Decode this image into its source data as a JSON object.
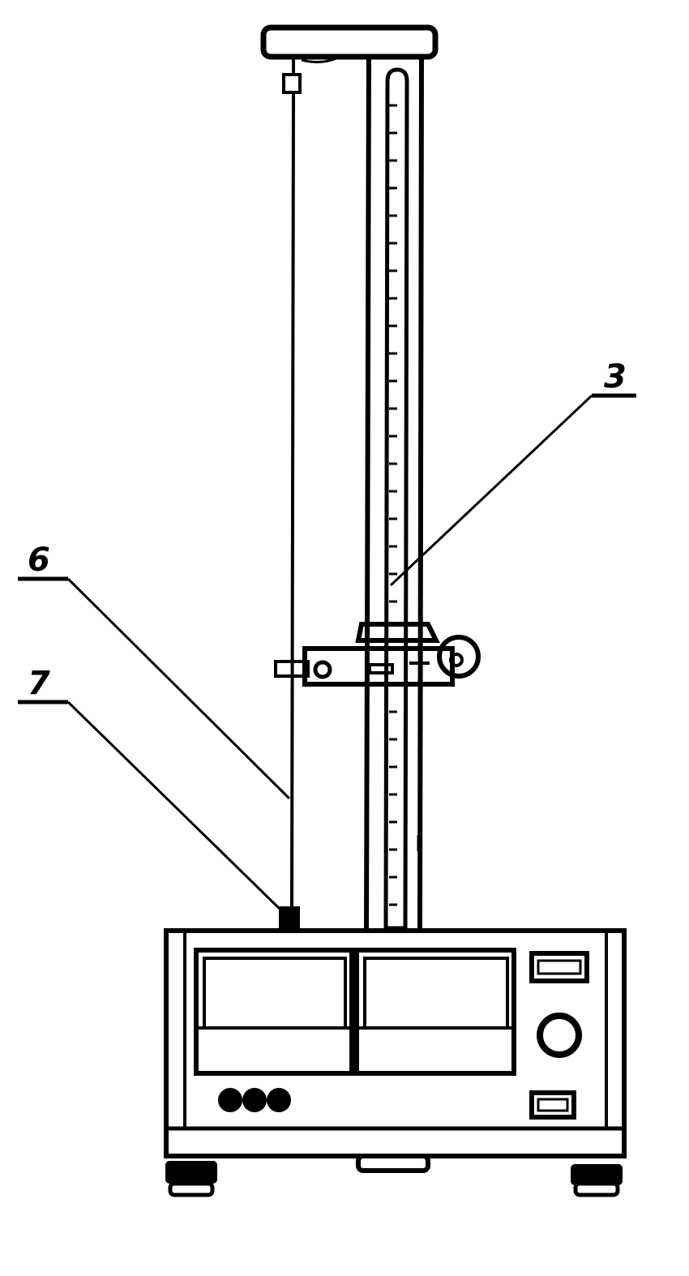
{
  "callouts": [
    {
      "id": "3",
      "label": "3"
    },
    {
      "id": "6",
      "label": "6"
    },
    {
      "id": "7",
      "label": "7"
    }
  ],
  "colors": {
    "ink": "#000000",
    "paper": "#ffffff"
  }
}
